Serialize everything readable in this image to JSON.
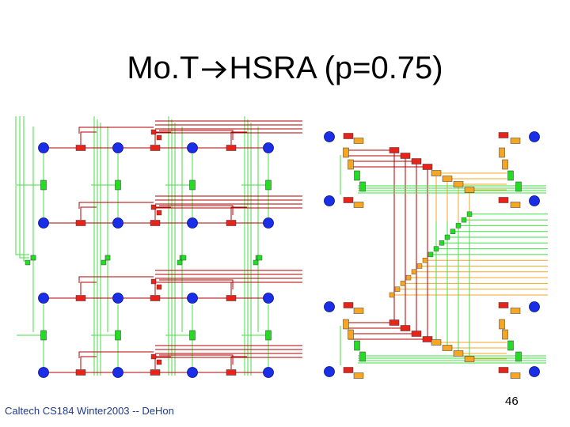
{
  "slide": {
    "title_left": "Mo.T",
    "title_right": "HSRA (p=0.75)",
    "footer": "Caltech CS184 Winter2003 -- DeHon",
    "page_number": "46"
  },
  "icons": [
    "right-arrow-icon"
  ],
  "colors": {
    "node": "#1a2ee8",
    "switch_red": "#e8231a",
    "switch_green": "#22dd22",
    "switch_orange": "#f5a623",
    "wire_red": "#b00000",
    "wire_green": "#44dd44"
  }
}
